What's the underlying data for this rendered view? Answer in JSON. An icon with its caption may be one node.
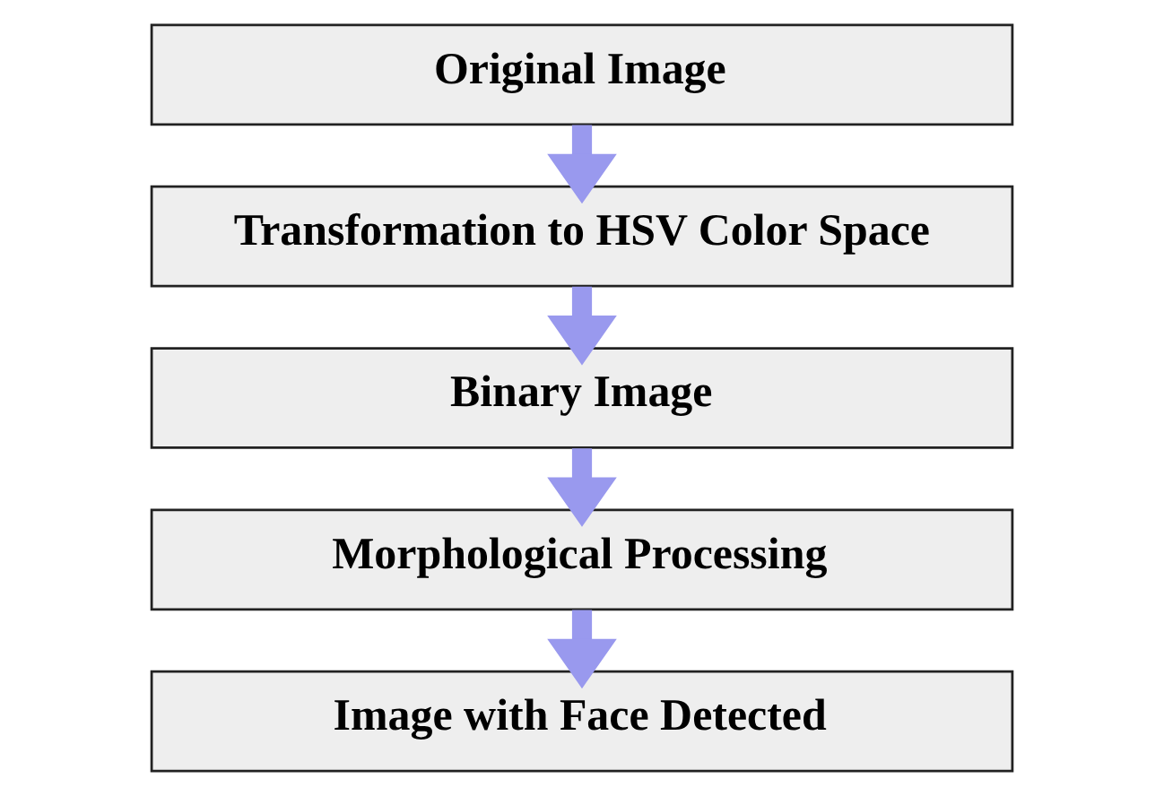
{
  "diagram": {
    "nodes": [
      {
        "text": [
          "Original Image"
        ]
      },
      {
        "text": [
          "Transformation to HSV Color Space"
        ]
      },
      {
        "text": [
          "Binary Image"
        ]
      },
      {
        "text": [
          "Morphological Processing"
        ]
      },
      {
        "text": [
          "Image with Face Detected"
        ]
      }
    ],
    "edges": [
      {
        "from": 0,
        "to": 1,
        "arrow": "to"
      },
      {
        "from": 1,
        "to": 2,
        "arrow": "to"
      },
      {
        "from": 2,
        "to": 3,
        "arrow": "to"
      },
      {
        "from": 3,
        "to": 4,
        "arrow": "to"
      }
    ]
  }
}
